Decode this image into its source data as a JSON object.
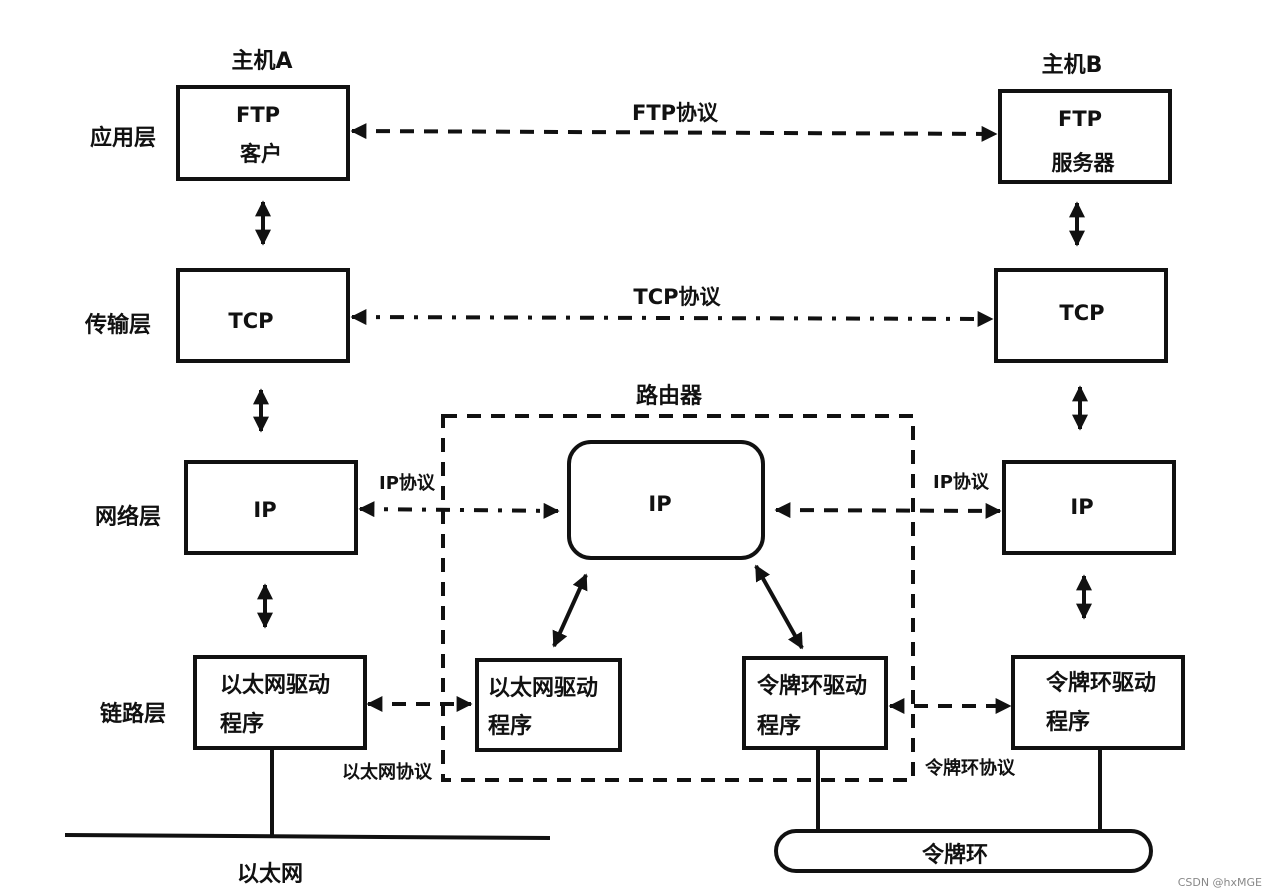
{
  "hosts": {
    "a": "主机A",
    "b": "主机B"
  },
  "layers": {
    "app": "应用层",
    "transport": "传输层",
    "network": "网络层",
    "link": "链路层"
  },
  "host_a": {
    "ftp_line1": "FTP",
    "ftp_line2": "客户",
    "tcp": "TCP",
    "ip": "IP",
    "eth_line1": "以太网驱动",
    "eth_line2": "程序"
  },
  "host_b": {
    "ftp_line1": "FTP",
    "ftp_line2": "服务器",
    "tcp": "TCP",
    "ip": "IP",
    "tr_line1": "令牌环驱动",
    "tr_line2": "程序"
  },
  "router": {
    "title": "路由器",
    "ip": "IP",
    "eth_line1": "以太网驱动",
    "eth_line2": "程序",
    "tr_line1": "令牌环驱动",
    "tr_line2": "程序"
  },
  "protocols": {
    "ftp": "FTP协议",
    "tcp": "TCP协议",
    "ip_left": "IP协议",
    "ip_right": "IP协议",
    "ethernet": "以太网协议",
    "token_ring": "令牌环协议"
  },
  "networks": {
    "ethernet": "以太网",
    "token_ring": "令牌环"
  },
  "watermark": "CSDN @hxMGE"
}
